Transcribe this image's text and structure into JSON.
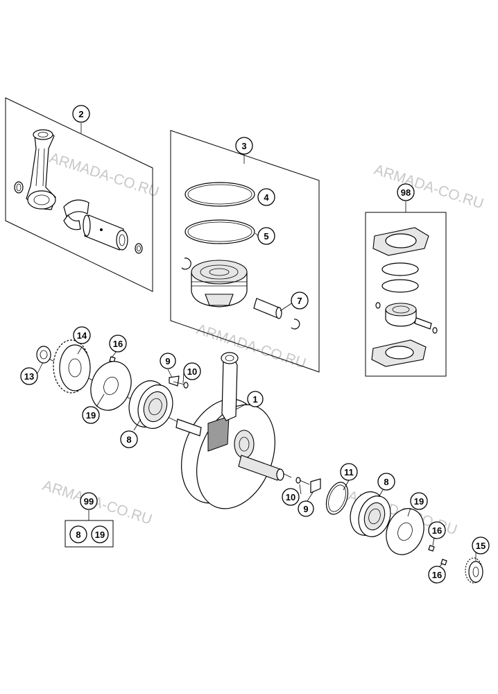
{
  "watermark": "ARMADA-CO.RU",
  "callouts": {
    "c1": "1",
    "c2": "2",
    "c3": "3",
    "c4": "4",
    "c5": "5",
    "c7": "7",
    "c8a": "8",
    "c8b": "8",
    "c8c": "8",
    "c9a": "9",
    "c9b": "9",
    "c10a": "10",
    "c10b": "10",
    "c11": "11",
    "c13": "13",
    "c14": "14",
    "c15": "15",
    "c16a": "16",
    "c16b": "16",
    "c16c": "16",
    "c19a": "19",
    "c19b": "19",
    "c19c": "19",
    "c98": "98",
    "c99": "99"
  }
}
